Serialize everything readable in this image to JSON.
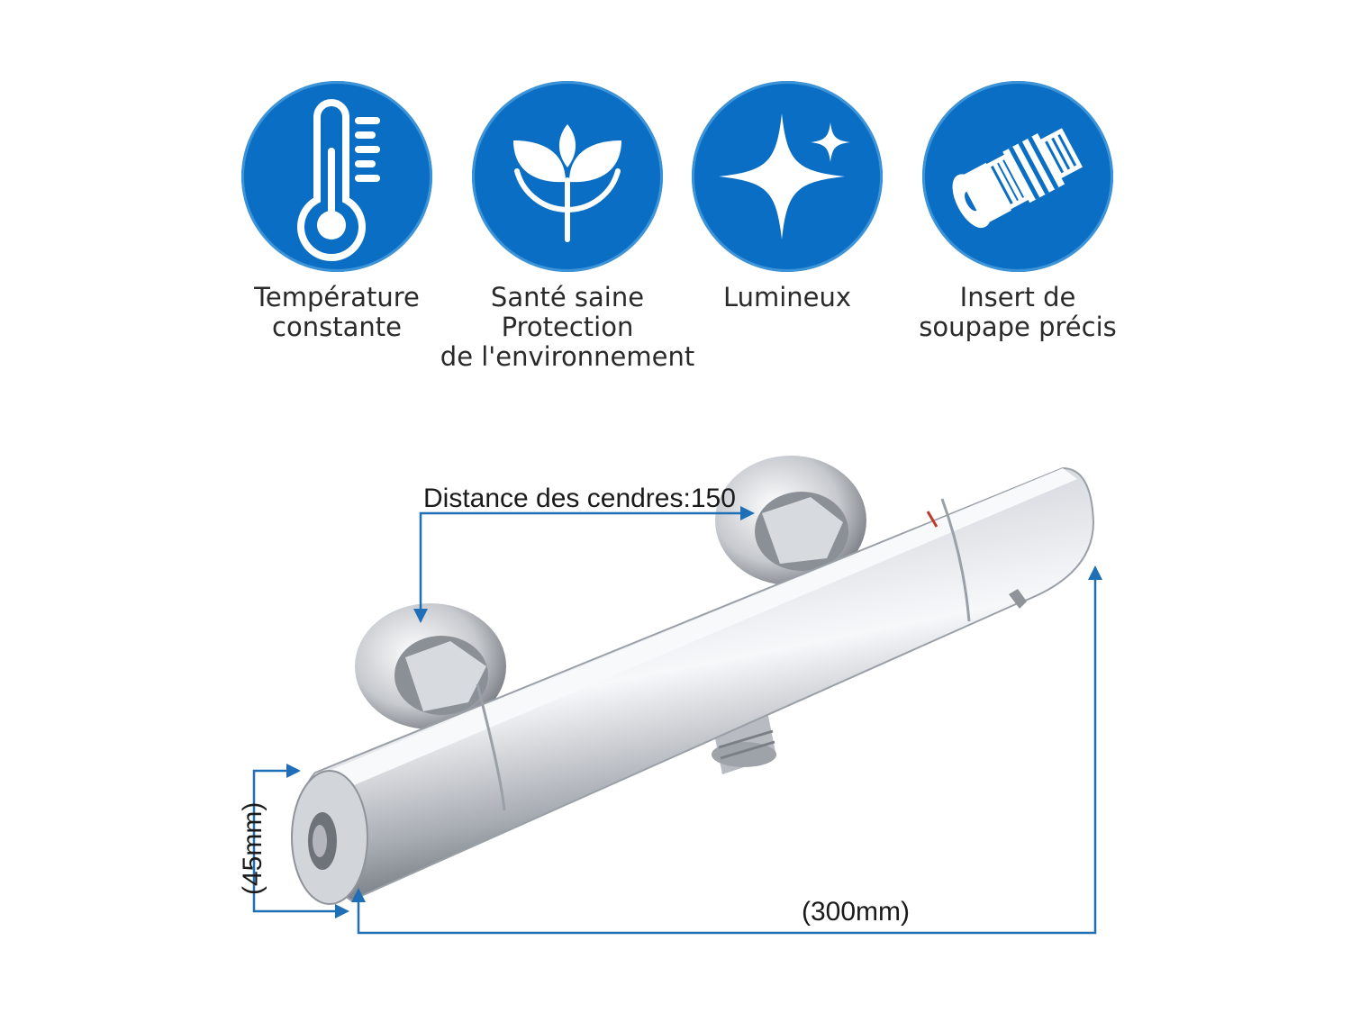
{
  "features": [
    {
      "icon": "thermometer-icon",
      "lines": [
        "Température",
        "constante"
      ]
    },
    {
      "icon": "leaf-sprout-icon",
      "lines": [
        "Santé saine",
        "Protection",
        "de l'environnement"
      ]
    },
    {
      "icon": "sparkle-icon",
      "lines": [
        "Lumineux"
      ]
    },
    {
      "icon": "valve-cartridge-icon",
      "lines": [
        "Insert de",
        "soupape précis"
      ]
    }
  ],
  "dimensions": {
    "center_distance": "Distance des cendres:150",
    "diameter": "(45mm)",
    "length": "(300mm)"
  },
  "colors": {
    "badge": "#0a6fc4",
    "dimension_line": "#1f6fb6",
    "chrome": "#c9ccd1"
  }
}
